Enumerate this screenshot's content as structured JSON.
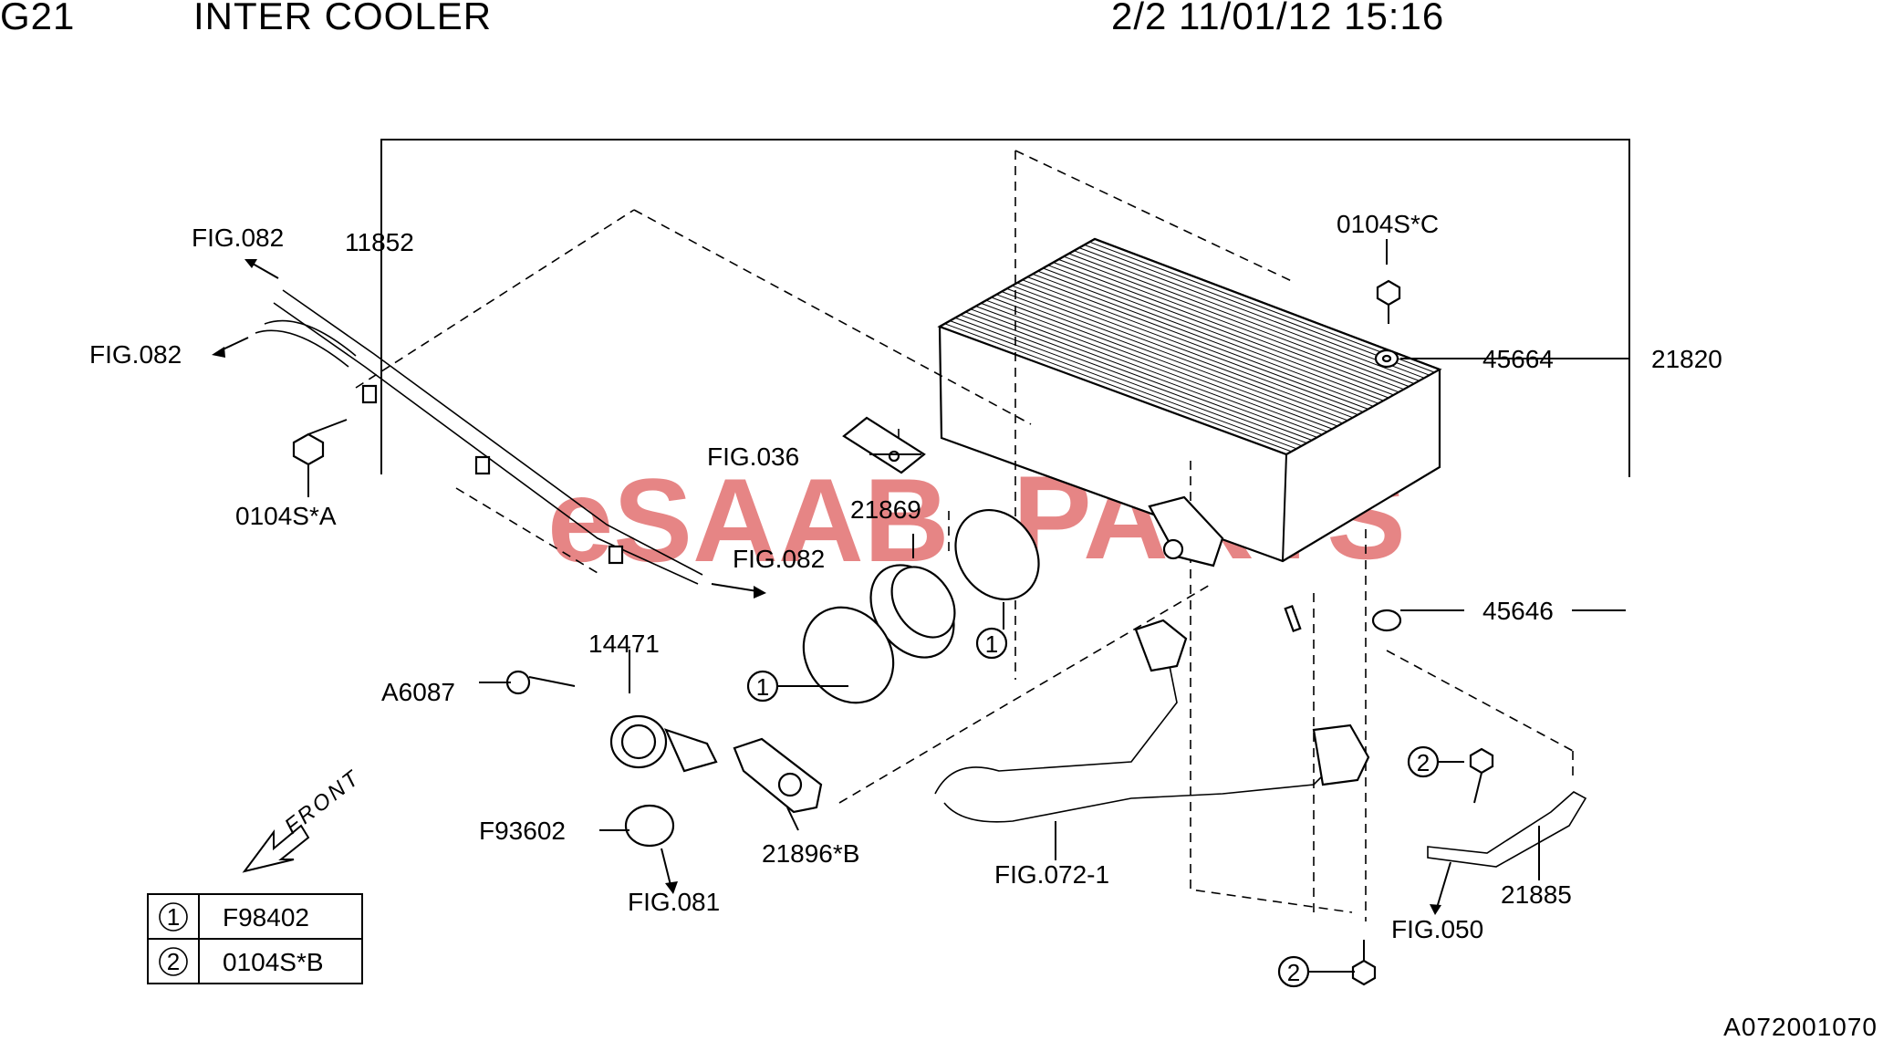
{
  "header": {
    "group_code": "G21",
    "title": "INTER COOLER",
    "page_info": "2/2 11/01/12 15:16"
  },
  "watermark": {
    "left": "eSAAB",
    "right": "PARTS"
  },
  "callouts": {
    "fig082_a": "FIG.082",
    "fig082_b": "FIG.082",
    "fig082_c": "FIG.082",
    "p11852": "11852",
    "p0104sa": "0104S*A",
    "fig036": "FIG.036",
    "p21869": "21869",
    "p0104sc": "0104S*C",
    "p45664": "45664",
    "p21820": "21820",
    "p45646": "45646",
    "p14471": "14471",
    "pA6087": "A6087",
    "pF93602": "F93602",
    "fig081": "FIG.081",
    "p21896b": "21896*B",
    "fig0721": "FIG.072-1",
    "fig050": "FIG.050",
    "p21885": "21885",
    "circle1": "1",
    "circle2": "2",
    "front": "FRONT"
  },
  "legend": {
    "rows": [
      {
        "mark": "1",
        "part": "F98402"
      },
      {
        "mark": "2",
        "part": "0104S*B"
      }
    ]
  },
  "footer": {
    "diagram_id": "A072001070"
  }
}
